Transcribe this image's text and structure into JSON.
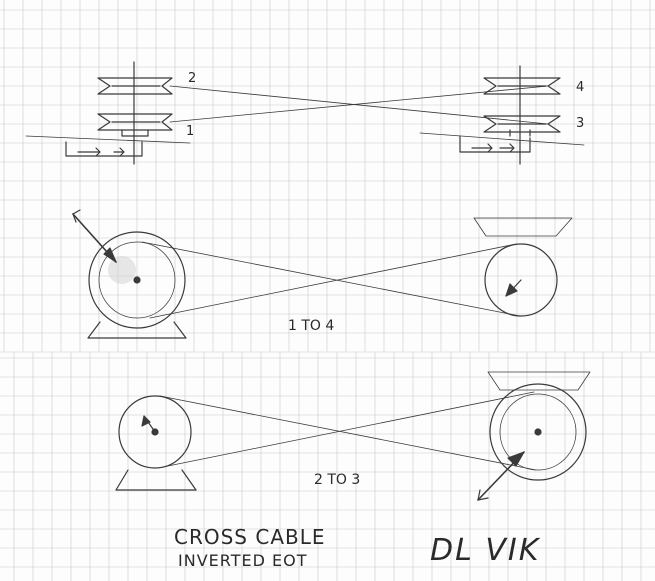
{
  "labels": {
    "pulley_2": "2",
    "pulley_1": "1",
    "pulley_4": "4",
    "pulley_3": "3",
    "view_1_to_4": "1 TO 4",
    "view_2_to_3": "2 TO 3",
    "title_line1": "CROSS CABLE",
    "title_line2": "INVERTED EOT",
    "signature": "DL VIK"
  }
}
